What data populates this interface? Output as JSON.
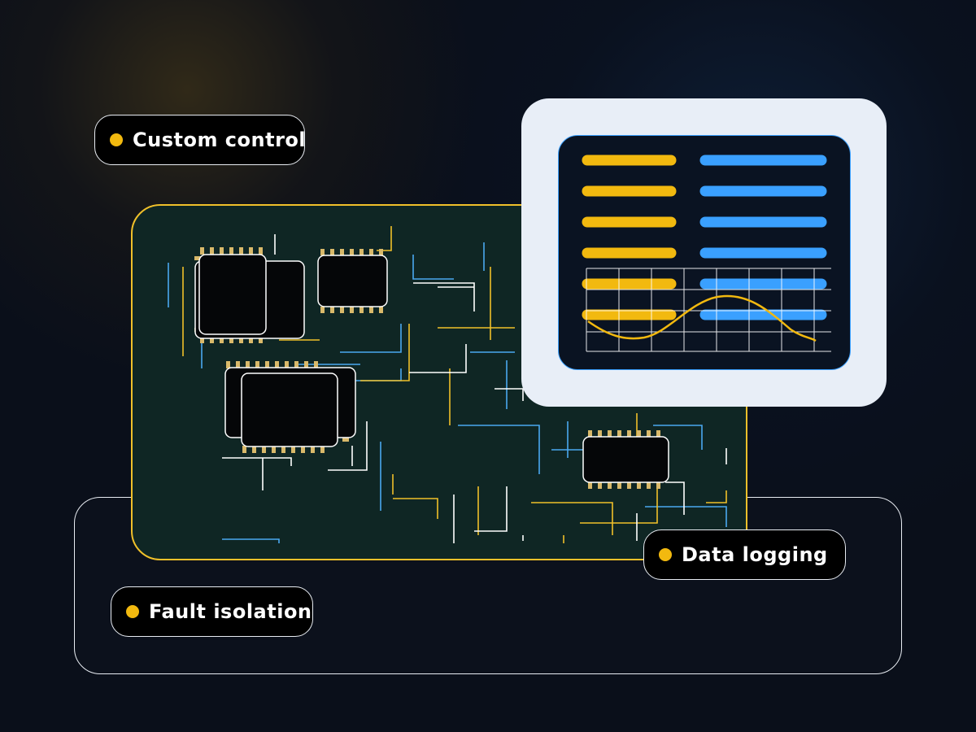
{
  "labels": {
    "custom_control": "Custom control",
    "data_logging": "Data logging",
    "fault_isolation": "Fault isolation"
  },
  "colors": {
    "background": "#0a0f1a",
    "board": "#0f2624",
    "board_border": "#f0c02a",
    "accent_yellow": "#f2b90f",
    "accent_blue": "#3aa0ff",
    "trace_white": "#ffffff",
    "monitor_frame": "#e8eef7",
    "monitor_screen": "#0a1322"
  },
  "icons": {
    "bullet": "yellow-dot-icon",
    "board": "circuit-board-icon",
    "chip": "microchip-icon",
    "monitor": "dashboard-monitor-icon"
  }
}
